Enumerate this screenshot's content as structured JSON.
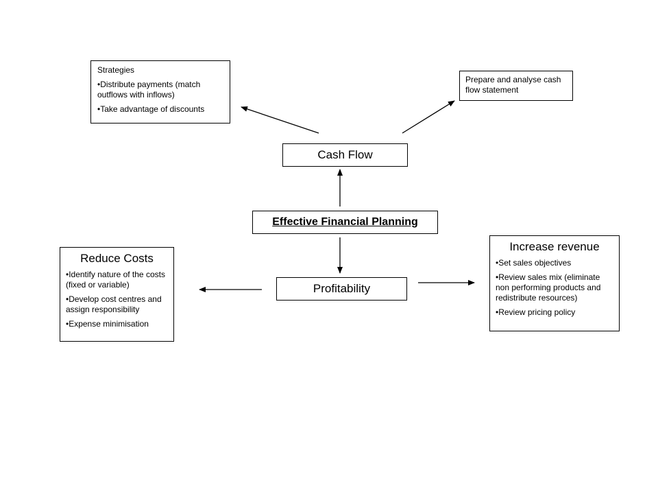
{
  "central": {
    "title": "Effective Financial Planning"
  },
  "cash_flow": {
    "label": "Cash Flow"
  },
  "profitability": {
    "label": "Profitability"
  },
  "strategies": {
    "heading": "Strategies",
    "items": [
      "Distribute payments (match outflows with inflows)",
      "Take advantage of discounts"
    ]
  },
  "prepare": {
    "text": "Prepare and analyse cash flow statement"
  },
  "reduce_costs": {
    "title": "Reduce Costs",
    "items": [
      "Identify nature of the costs (fixed or variable)",
      "Develop cost centres and assign responsibility",
      "Expense minimisation"
    ]
  },
  "increase_revenue": {
    "title": "Increase revenue",
    "items": [
      "Set sales objectives",
      "Review sales mix (eliminate non performing products and redistribute resources)",
      "Review pricing policy"
    ]
  },
  "colors": {
    "line": "#000000",
    "background": "#ffffff"
  }
}
